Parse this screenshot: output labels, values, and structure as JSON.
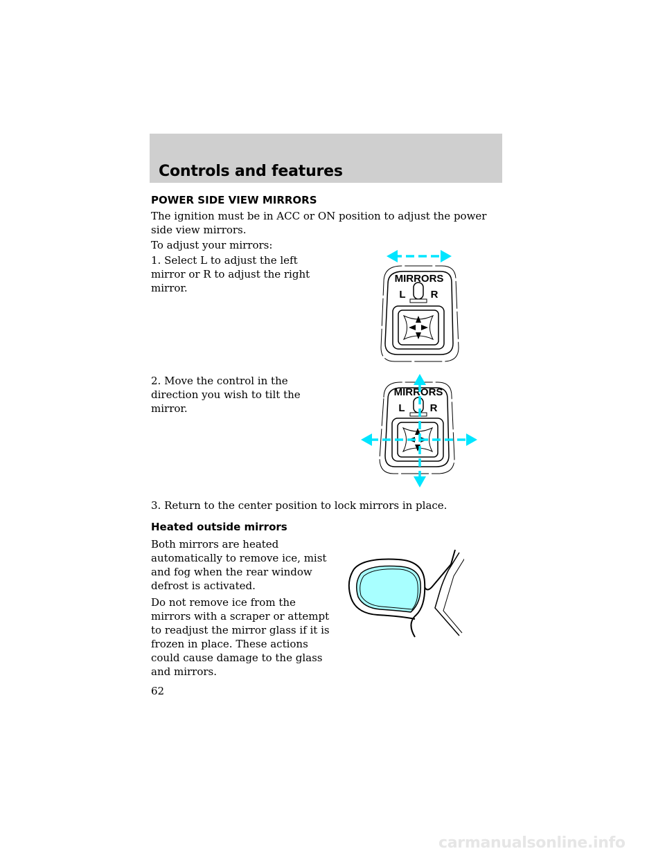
{
  "header": {
    "section_title": "Controls and features"
  },
  "power_mirrors": {
    "heading": "POWER SIDE VIEW MIRRORS",
    "intro": "The ignition must be in ACC or ON position to adjust the power side view mirrors.",
    "lead": "To adjust your mirrors:",
    "step1": "1. Select L to adjust the left mirror or R to adjust the right mirror.",
    "step2": "2. Move the control in the direction you wish to tilt the mirror.",
    "step3": "3. Return to the center position to lock mirrors in place."
  },
  "control_figure": {
    "panel_label": "MIRRORS",
    "left_label": "L",
    "right_label": "R"
  },
  "heated": {
    "heading": "Heated outside mirrors",
    "para1": "Both mirrors are heated automatically to remove ice, mist and fog when the rear window defrost is activated.",
    "para2": "Do not remove ice from the mirrors with a scraper or attempt to readjust the mirror glass if it is frozen in place. These actions could cause damage to the glass and mirrors."
  },
  "page_number": "62",
  "footer_logo": "carmanualsonline.info",
  "colors": {
    "header_band": "#cfcfcf",
    "arrow_cyan": "#00e5ff",
    "mirror_glass": "#a8ffff"
  }
}
